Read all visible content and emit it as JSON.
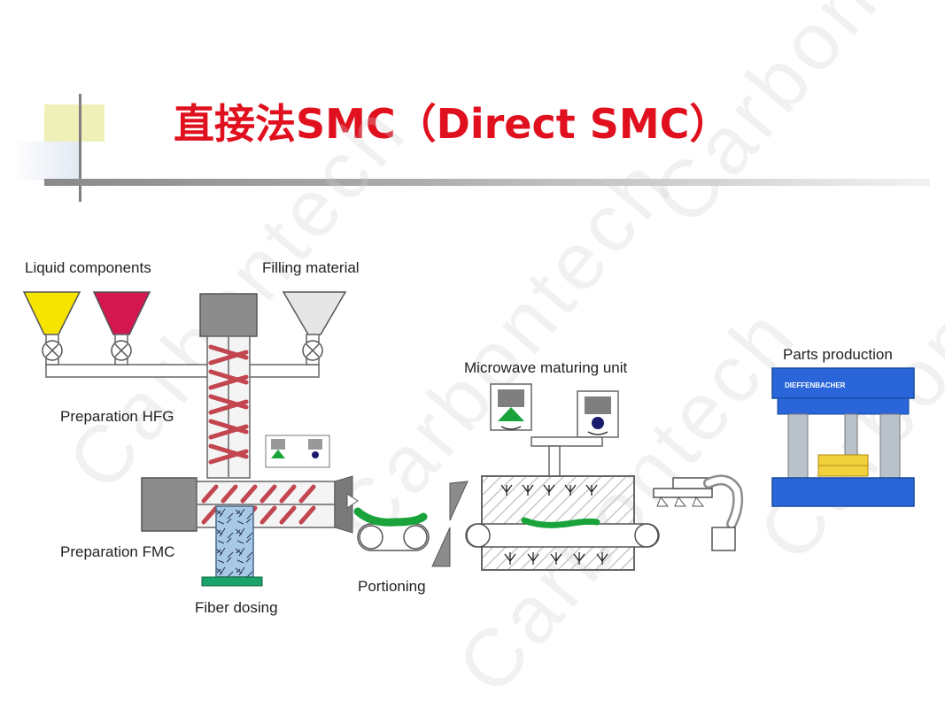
{
  "slide": {
    "title": "直接法SMC（Direct SMC）"
  },
  "labels": {
    "liquid_components": "Liquid components",
    "filling_material": "Filling material",
    "preparation_hfg": "Preparation HFG",
    "preparation_fmc": "Preparation FMC",
    "fiber_dosing": "Fiber dosing",
    "portioning": "Portioning",
    "microwave_maturing_unit": "Microwave maturing unit",
    "parts_production": "Parts production",
    "press_brand": "DIEFFENBACHER"
  },
  "watermark": {
    "text": "Carbontech"
  },
  "colors": {
    "title_red": "#e0101e",
    "hopper_yellow": "#f5e400",
    "hopper_red": "#d4174f",
    "hopper_gray": "#e6e6e6",
    "screw_red": "#c2454f",
    "fiber_blue": "#a8c8e8",
    "green_material": "#19a33a",
    "press_blue": "#2a66d9",
    "press_column": "#b9c2cb",
    "part_yellow": "#f2d23c"
  }
}
